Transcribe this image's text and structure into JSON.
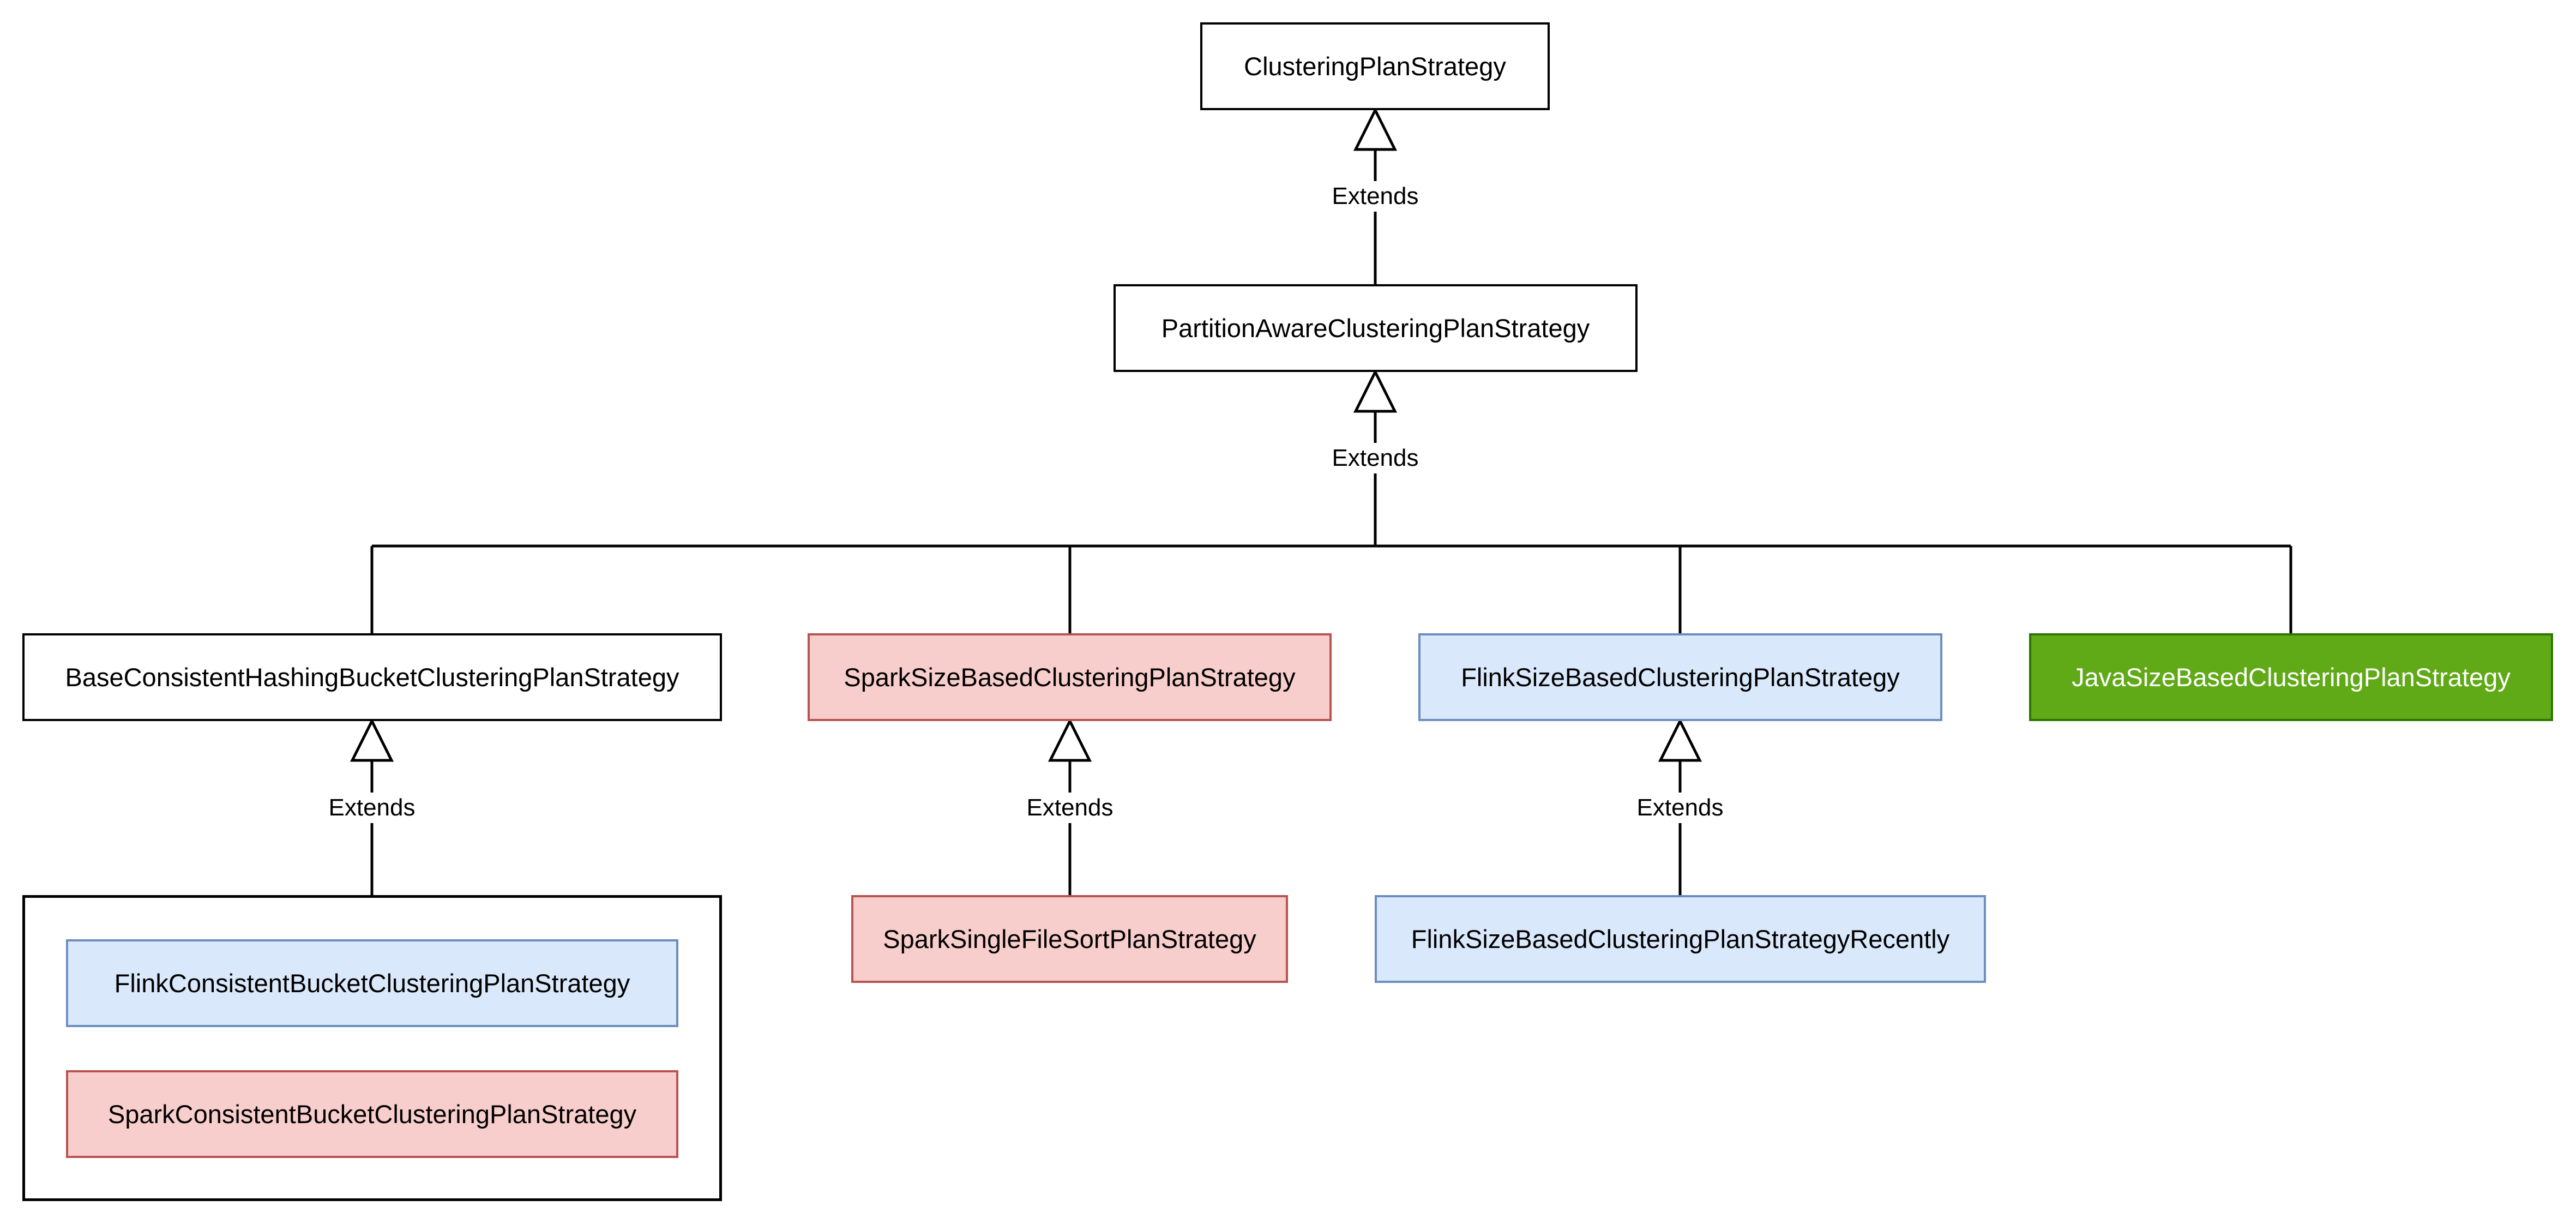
{
  "colors": {
    "default_fill": "#ffffff",
    "default_stroke": "#000000",
    "spark_fill": "#f8cecc",
    "spark_stroke": "#b85450",
    "flink_fill": "#dae8fc",
    "flink_stroke": "#6c8ebf",
    "java_fill": "#60a917",
    "java_stroke": "#2d7600",
    "java_text": "#ffffff"
  },
  "edge_label": "Extends",
  "nodes": {
    "root": {
      "label": "ClusteringPlanStrategy",
      "style": "default"
    },
    "partition": {
      "label": "PartitionAwareClusteringPlanStrategy",
      "style": "default"
    },
    "base_consistent": {
      "label": "BaseConsistentHashingBucketClusteringPlanStrategy",
      "style": "default"
    },
    "spark_size": {
      "label": "SparkSizeBasedClusteringPlanStrategy",
      "style": "spark"
    },
    "flink_size": {
      "label": "FlinkSizeBasedClusteringPlanStrategy",
      "style": "flink"
    },
    "java_size": {
      "label": "JavaSizeBasedClusteringPlanStrategy",
      "style": "java"
    },
    "flink_consistent": {
      "label": "FlinkConsistentBucketClusteringPlanStrategy",
      "style": "flink"
    },
    "spark_consistent": {
      "label": "SparkConsistentBucketClusteringPlanStrategy",
      "style": "spark"
    },
    "spark_single": {
      "label": "SparkSingleFileSortPlanStrategy",
      "style": "spark"
    },
    "flink_recent": {
      "label": "FlinkSizeBasedClusteringPlanStrategyRecently",
      "style": "flink"
    }
  },
  "edges": [
    {
      "from": "partition",
      "to": "root",
      "kind": "extends"
    },
    {
      "from": "base_consistent",
      "to": "partition",
      "kind": "extends-branch"
    },
    {
      "from": "spark_size",
      "to": "partition",
      "kind": "extends-branch"
    },
    {
      "from": "flink_size",
      "to": "partition",
      "kind": "extends-branch"
    },
    {
      "from": "java_size",
      "to": "partition",
      "kind": "extends-branch"
    },
    {
      "from": "consistent_group",
      "to": "base_consistent",
      "kind": "extends"
    },
    {
      "from": "spark_single",
      "to": "spark_size",
      "kind": "extends"
    },
    {
      "from": "flink_recent",
      "to": "flink_size",
      "kind": "extends"
    }
  ],
  "groups": {
    "consistent_group": {
      "members": [
        "flink_consistent",
        "spark_consistent"
      ]
    }
  }
}
